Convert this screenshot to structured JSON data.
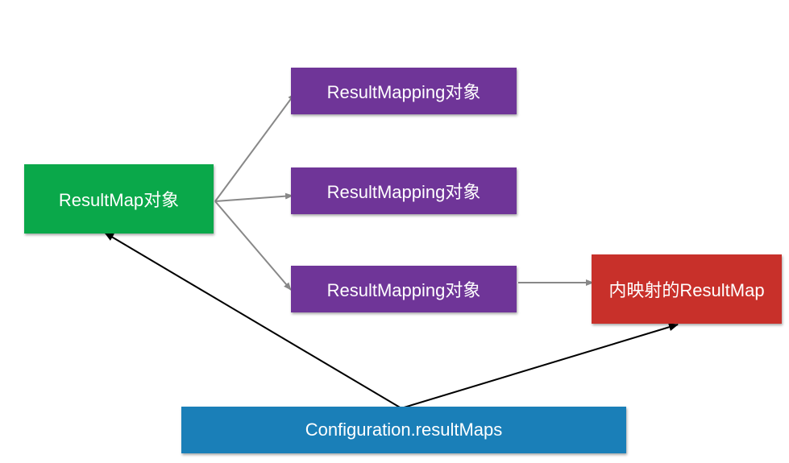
{
  "diagram": {
    "nodes": {
      "result_map": {
        "label": "ResultMap对象",
        "color": "#0aa84a"
      },
      "mapping_1": {
        "label": "ResultMapping对象",
        "color": "#6f3598"
      },
      "mapping_2": {
        "label": "ResultMapping对象",
        "color": "#6f3598"
      },
      "mapping_3": {
        "label": "ResultMapping对象",
        "color": "#6f3598"
      },
      "nested_result_map": {
        "label": "内映射的ResultMap",
        "color": "#c8302a"
      },
      "configuration": {
        "label": "Configuration.resultMaps",
        "color": "#1a7fb8"
      }
    },
    "edges": [
      {
        "from": "result_map",
        "to": "mapping_1",
        "color": "#888888"
      },
      {
        "from": "result_map",
        "to": "mapping_2",
        "color": "#888888"
      },
      {
        "from": "result_map",
        "to": "mapping_3",
        "color": "#888888"
      },
      {
        "from": "mapping_3",
        "to": "nested_result_map",
        "color": "#888888"
      },
      {
        "from": "configuration",
        "to": "result_map",
        "color": "#000000"
      },
      {
        "from": "configuration",
        "to": "nested_result_map",
        "color": "#000000"
      }
    ]
  }
}
